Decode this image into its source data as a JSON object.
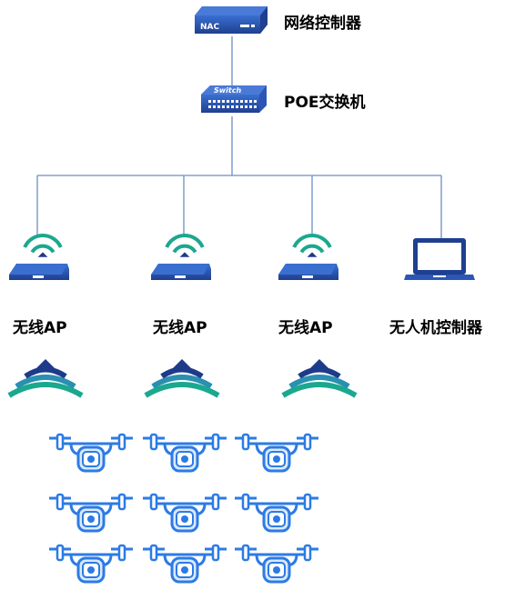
{
  "nodes": {
    "nac": {
      "label": "网络控制器",
      "badge": "NAC"
    },
    "switch": {
      "label": "POE交换机",
      "badge": "Switch"
    },
    "aps": [
      {
        "label": "无线AP"
      },
      {
        "label": "无线AP"
      },
      {
        "label": "无线AP"
      }
    ],
    "uav_controller": {
      "label": "无人机控制器"
    }
  },
  "drone_grid": {
    "rows": 3,
    "cols": 3
  },
  "colors": {
    "device_dark": "#1f3f8f",
    "device_mid": "#2b56b5",
    "link_line": "#6b8fc4",
    "wifi_dark": "#1e3b8a",
    "wifi_teal": "#1aa88f",
    "drone_blue": "#2c7be5",
    "drone_fill": "#dbe9fb"
  },
  "icons": {
    "nac": "network-controller-icon",
    "switch": "switch-icon",
    "ap": "access-point-icon",
    "laptop": "laptop-icon",
    "wifi": "wifi-signal-icon",
    "drone": "drone-icon"
  }
}
